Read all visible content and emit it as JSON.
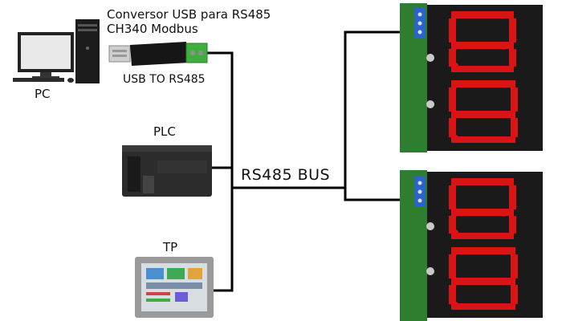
{
  "labels": {
    "converter_title_line1": "Conversor USB para RS485",
    "converter_title_line2": "CH340 Modbus",
    "usb_to_rs485": "USB TO RS485",
    "pc": "PC",
    "plc": "PLC",
    "tp": "TP",
    "bus": "RS485 BUS"
  },
  "colors": {
    "wire": "#000000",
    "segment_on": "#d81414",
    "segment_off": "#2a0606",
    "pcb_green": "#2f7d2f",
    "terminal_blue": "#2a64c8",
    "converter_green": "#3fae3f"
  }
}
